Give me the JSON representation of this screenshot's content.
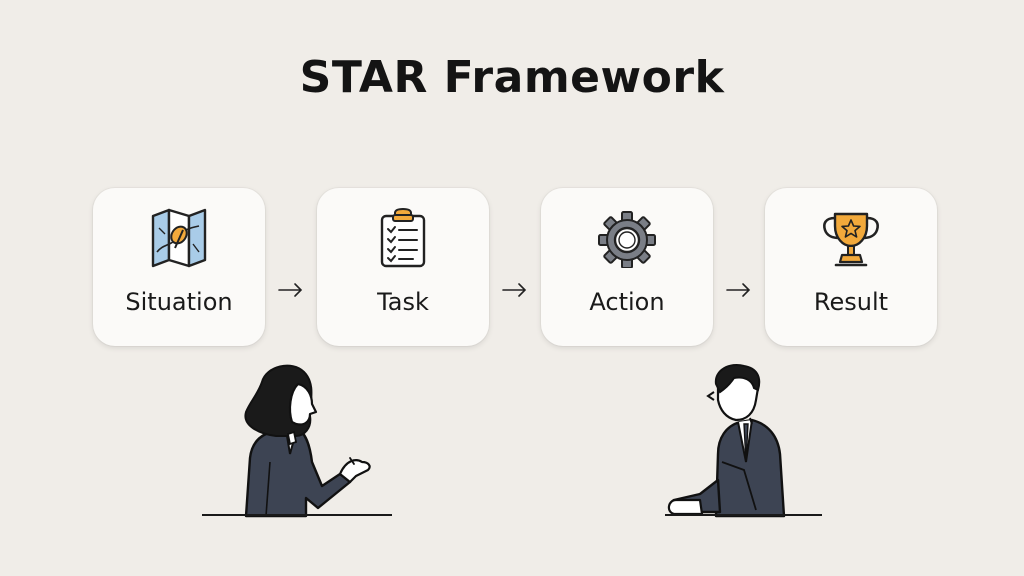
{
  "title": "STAR Framework",
  "colors": {
    "background": "#f0ede8",
    "card": "#fbfaf8",
    "accent_gold": "#f2a93b",
    "suit": "#3d4453",
    "map_blue": "#a9cce8"
  },
  "steps": [
    {
      "label": "Situation",
      "icon": "map-icon"
    },
    {
      "label": "Task",
      "icon": "clipboard-checklist-icon"
    },
    {
      "label": "Action",
      "icon": "gear-icon"
    },
    {
      "label": "Result",
      "icon": "trophy-icon"
    }
  ],
  "arrows": [
    "arrow-right-icon",
    "arrow-right-icon",
    "arrow-right-icon"
  ],
  "figures": [
    "interviewee-woman",
    "interviewer-man"
  ]
}
